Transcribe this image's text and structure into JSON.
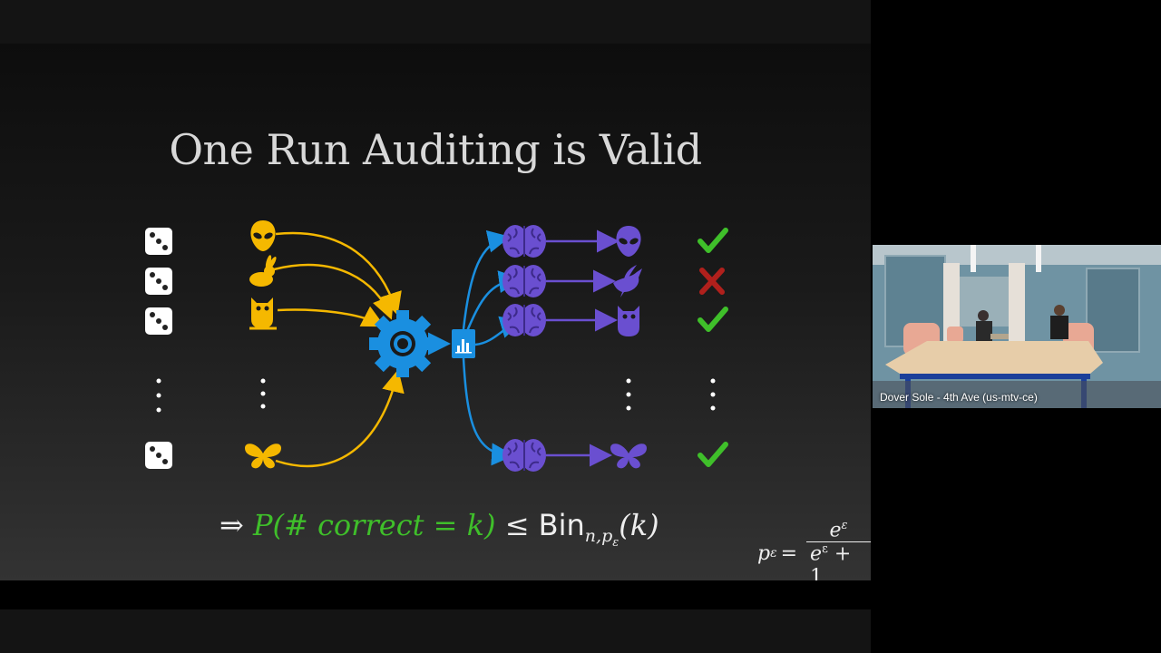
{
  "slide": {
    "title": "One Run Auditing is Valid",
    "formula": {
      "implies": "⇒",
      "lhs": "P(# correct = k)",
      "leq": "≤",
      "bin": "Bin",
      "sub_n": "n,p",
      "sub_eps": "ε",
      "arg": "(k)"
    },
    "side_formula": {
      "lhs": "p",
      "lhs_sub": "ε",
      "equals": "=",
      "numerator": "e",
      "numerator_sup": "ε",
      "denominator": "e",
      "denominator_sup": "ε",
      "denominator_tail": " + 1"
    },
    "icons": {
      "dice": "dice-icon",
      "inputs": [
        "alien-icon",
        "rabbit-icon",
        "owl-icon",
        "butterfly-icon"
      ],
      "model": "gear-icon",
      "output": "chart-document-icon",
      "guessers": "brain-icon",
      "guesses": [
        "alien-icon",
        "bird-icon",
        "owl-icon",
        "butterfly-icon"
      ],
      "results": [
        "check-icon",
        "cross-icon",
        "check-icon",
        "check-icon"
      ]
    },
    "colors": {
      "input_yellow": "#f5b800",
      "gear_blue": "#1a8fe0",
      "brain_purple": "#6a4fd0",
      "check_green": "#3fbf2a",
      "cross_red": "#b0201c"
    }
  },
  "video": {
    "participant_label": "Dover Sole - 4th Ave (us-mtv-ce)"
  }
}
